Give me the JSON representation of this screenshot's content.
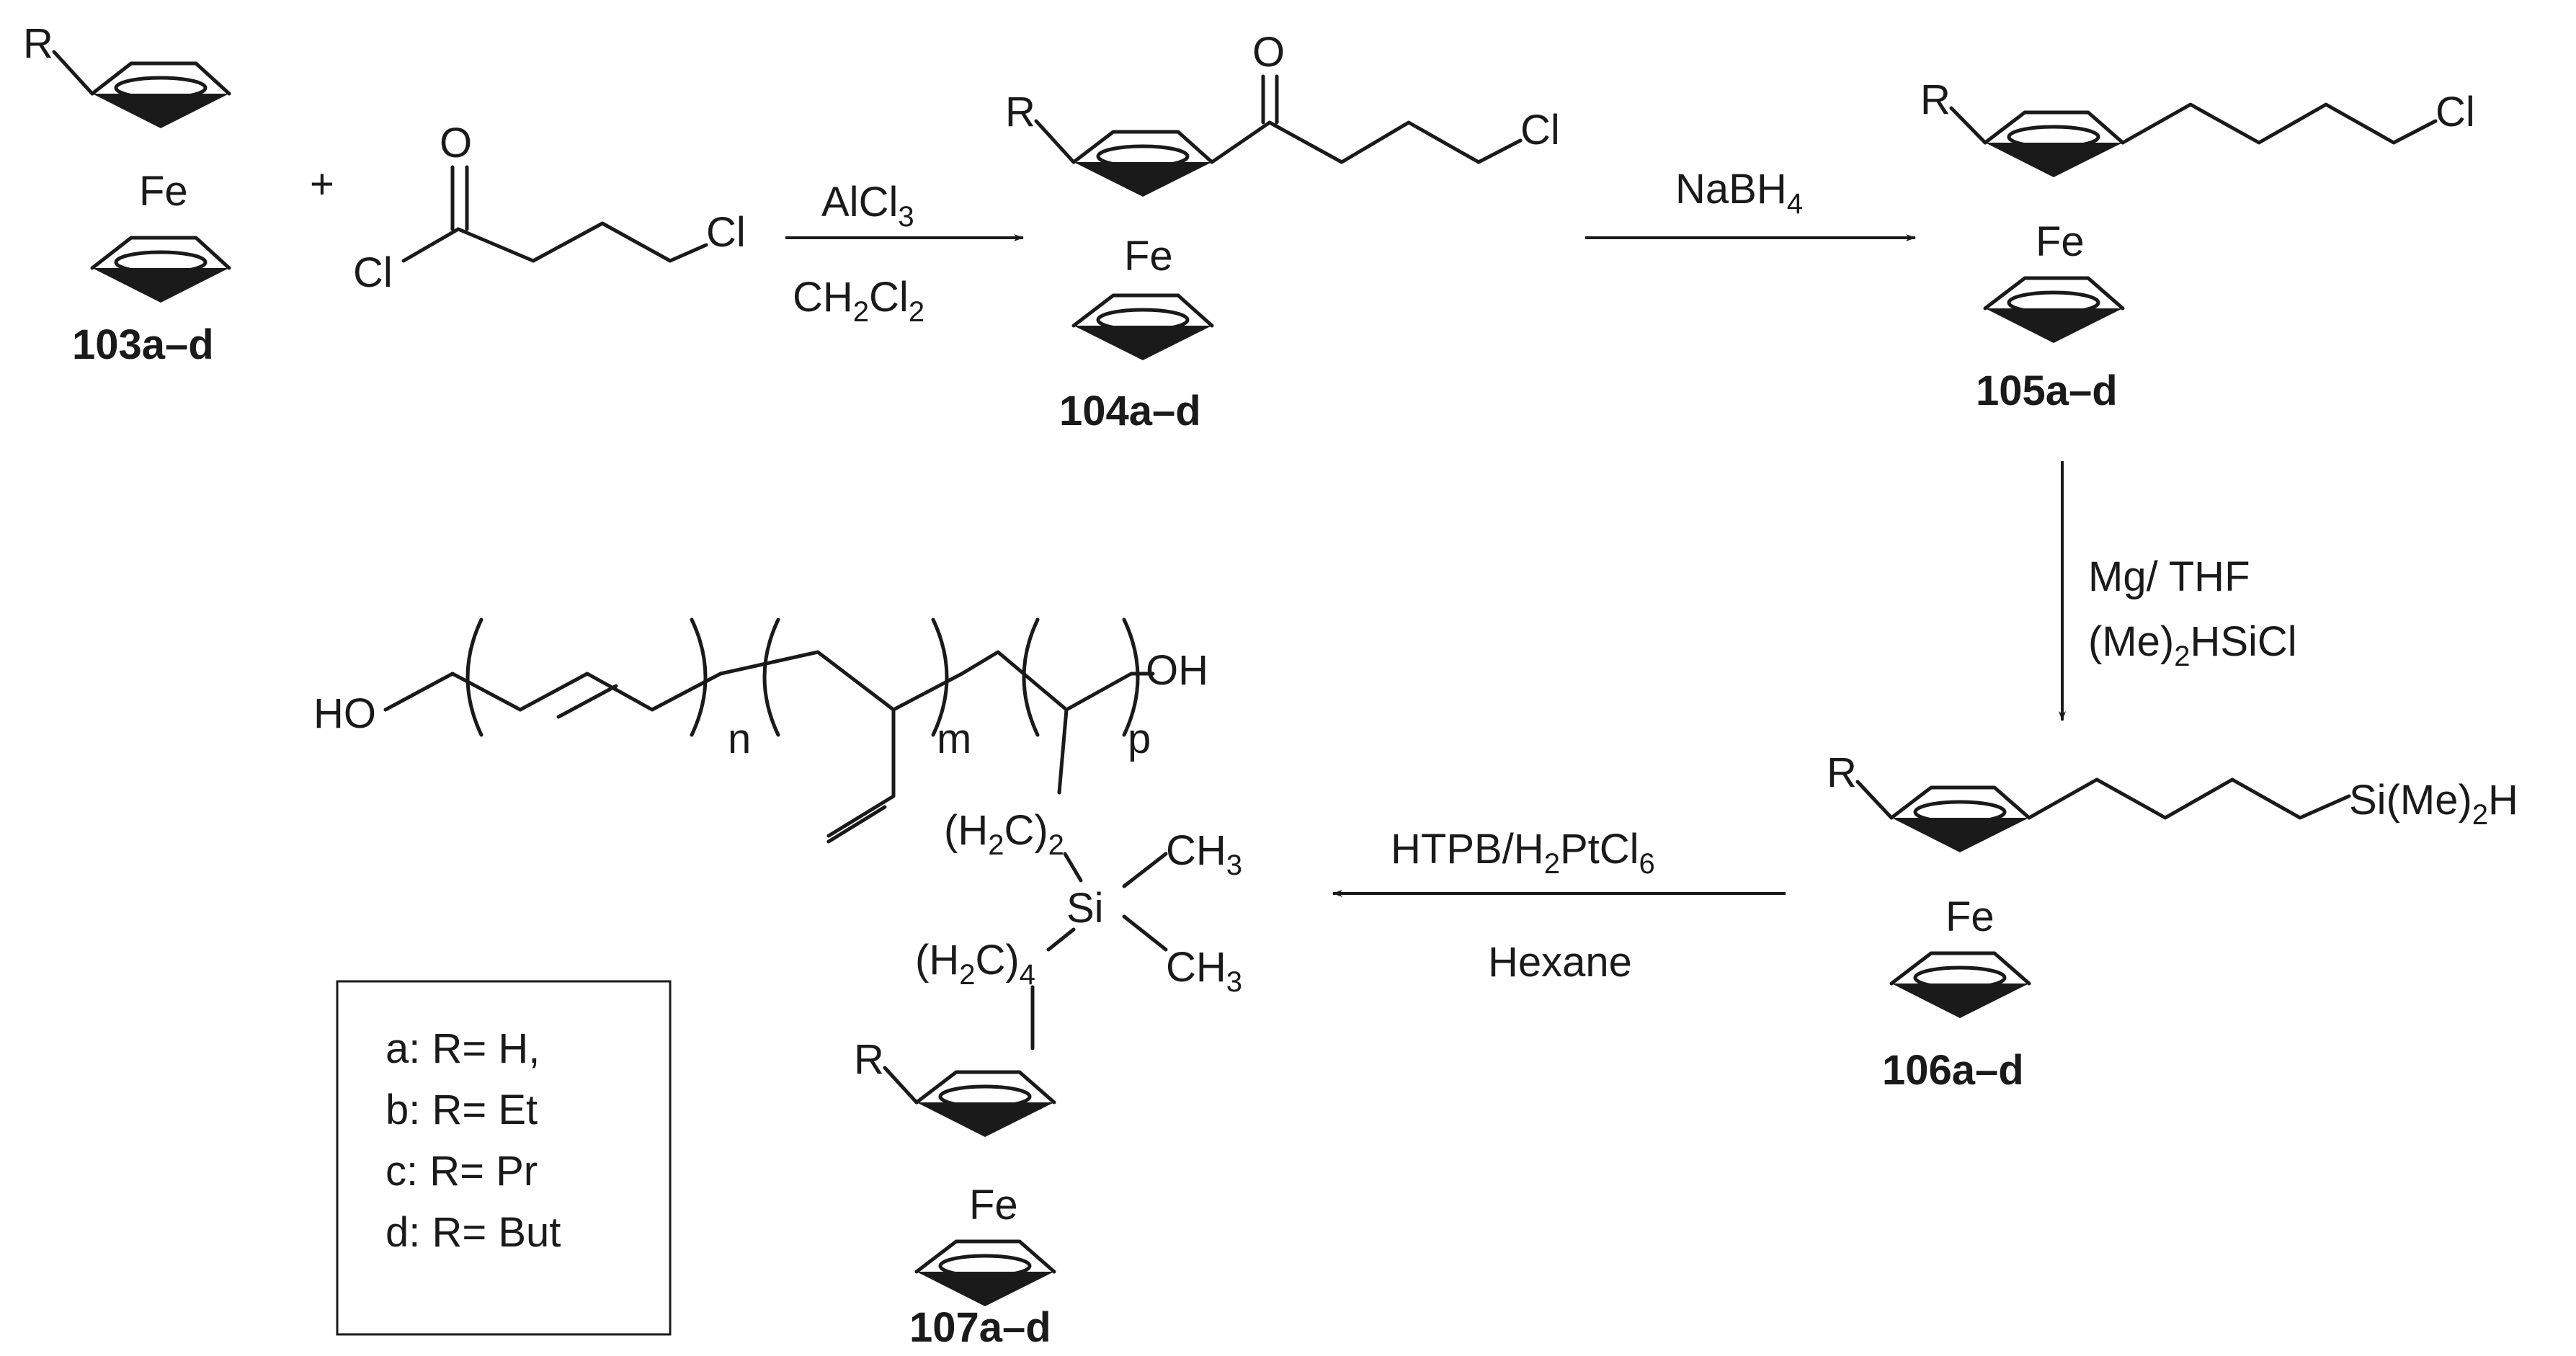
{
  "compounds": {
    "c103": "103a–d",
    "c104": "104a–d",
    "c105": "105a–d",
    "c106": "106a–d",
    "c107": "107a–d"
  },
  "atoms": {
    "R": "R",
    "Fe": "Fe",
    "O": "O",
    "Cl": "Cl",
    "HO": "HO",
    "OH": "OH",
    "Si": "Si",
    "plus": "+"
  },
  "groups": {
    "si_me2h": "Si(Me)",
    "si_me2h_sub": "2",
    "si_me2h_tail": "H",
    "h2c_a": "(H",
    "h2c_sub": "2",
    "h2c_b": "C)",
    "h2c_n2": "2",
    "h2c_n4": "4",
    "ch3_a": "CH",
    "ch3_sub": "3",
    "n": "n",
    "m": "m",
    "p": "p"
  },
  "reagents": {
    "step1_top": "AlCl",
    "step1_top_sub": "3",
    "step1_bot_a": "CH",
    "step1_bot_sub1": "2",
    "step1_bot_b": "Cl",
    "step1_bot_sub2": "2",
    "step2_top": "NaBH",
    "step2_top_sub": "4",
    "step3_top": "Mg/ THF",
    "step3_bot_a": "(Me)",
    "step3_bot_sub": "2",
    "step3_bot_b": "HSiCl",
    "step4_top_a": "HTPB/H",
    "step4_top_sub1": "2",
    "step4_top_b": "PtCl",
    "step4_top_sub2": "6",
    "step4_bot": "Hexane"
  },
  "legend": [
    "a: R= H,",
    "b: R= Et",
    "c: R= Pr",
    "d: R= But"
  ]
}
